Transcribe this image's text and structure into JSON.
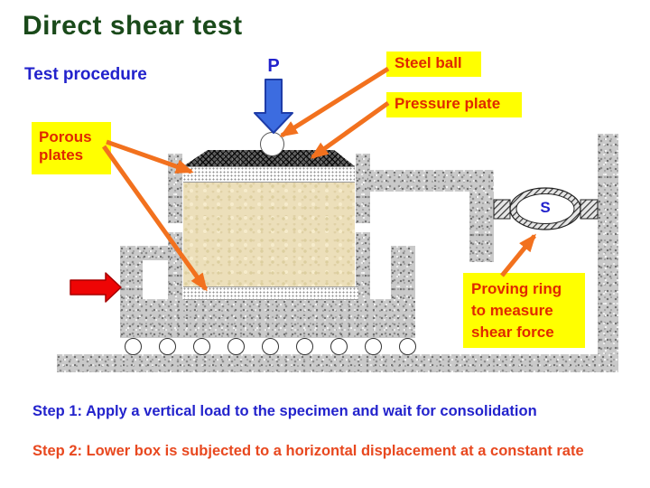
{
  "slide": {
    "title": "Direct shear test",
    "subtitle": "Test procedure"
  },
  "diagram": {
    "vertical_load_label": "P",
    "shear_force_label": "S",
    "rollers": {
      "count": 9
    },
    "callouts": {
      "steel_ball": "Steel ball",
      "pressure_plate": "Pressure plate",
      "porous_plates_line1": "Porous",
      "porous_plates_line2": "plates",
      "proving_ring_line1": "Proving ring",
      "proving_ring_line2": "to measure",
      "proving_ring_line3": "shear force"
    }
  },
  "steps": [
    {
      "text": "Step 1: Apply a vertical load to the specimen and wait for consolidation"
    },
    {
      "text": "Step 2: Lower box is subjected to a horizontal displacement at a constant rate"
    }
  ],
  "colors": {
    "title_green": "#1A4A1A",
    "procedure_blue": "#2222CC",
    "callout_bg_yellow": "#FFFF00",
    "callout_text_red": "#E02800",
    "leader_arrow_orange": "#F2711E",
    "load_arrow_blue": "#3C6CE0",
    "displacement_arrow_red": "#EE0505",
    "step1_blue": "#2323CC",
    "step2_red": "#E8481F",
    "specimen_tan": "#ECDFBA"
  }
}
